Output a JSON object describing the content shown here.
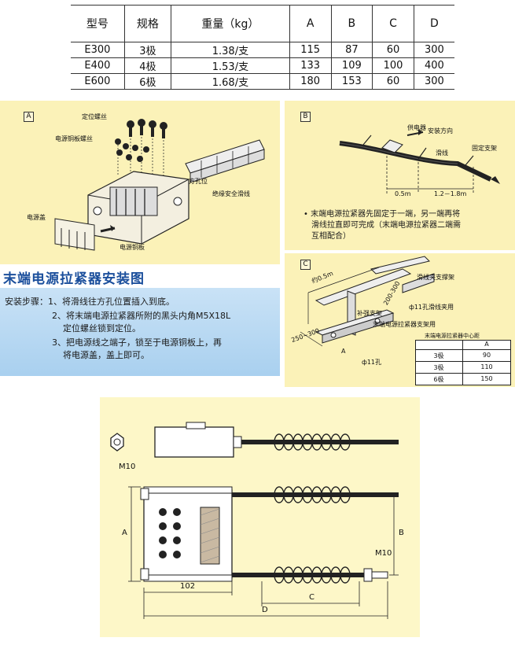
{
  "spec_table": {
    "headers": [
      "型号",
      "规格",
      "重量（kg）",
      "A",
      "B",
      "C",
      "D"
    ],
    "rows": [
      [
        "E300",
        "3极",
        "1.38/支",
        "115",
        "87",
        "60",
        "300"
      ],
      [
        "E400",
        "4极",
        "1.53/支",
        "133",
        "109",
        "100",
        "400"
      ],
      [
        "E600",
        "6极",
        "1.68/支",
        "180",
        "153",
        "60",
        "300"
      ]
    ]
  },
  "panel_a": {
    "tag": "A",
    "labels": {
      "positioning_screw": "定位螺丝",
      "copper_plate_screw": "电源铜板螺丝",
      "square_hole": "方孔位",
      "insulated_rail": "绝缘安全滑线",
      "power_cover": "电源盖",
      "copper_plate": "电源铜板"
    }
  },
  "panel_b": {
    "tag": "B",
    "labels": {
      "feeder": "供电器",
      "install_direction": "安装方向",
      "rail": "滑线",
      "fixed_bracket": "固定支架",
      "dim1": "0.5m",
      "dim2": "1.2－1.8m"
    },
    "note_lines": [
      "• 末端电源拉紧器先固定于一端，另一端再将",
      "滑线拉直即可完成（末端电源拉紧器二端需",
      "互相配合）"
    ]
  },
  "panel_c": {
    "tag": "C",
    "labels": {
      "approx": "约0.5m",
      "rail_clamp_bracket": "滑线夹支撑架",
      "dim_200_300": "200-300",
      "hole_clamp": "ф11孔滑线夹用",
      "angle_bracket": "补强支架",
      "tensioner_bracket": "末端电源拉紧器支架用",
      "dim_250_300": "250~300",
      "letter_a": "A",
      "hole": "ф11孔"
    },
    "center_table": {
      "title": "末端电源拉紧器中心距",
      "header": [
        "",
        "A"
      ],
      "rows": [
        [
          "3极",
          "90"
        ],
        [
          "3极",
          "110"
        ],
        [
          "6极",
          "150"
        ]
      ]
    }
  },
  "install": {
    "title": "末端电源拉紧器安装图",
    "steps": [
      "安装步骤：1、将滑线往方孔位置插入到底。",
      "2、将末端电源拉紧器所附的黑头内角M5X18L",
      "定位螺丝锁到定位。",
      "3、把电源线之端子，锁至于电源铜板上，再",
      "将电源盖，盖上即可。"
    ]
  },
  "bottom_drawing": {
    "nut_label": "M10",
    "bolt_label": "M10",
    "dim_a": "A",
    "dim_b": "B",
    "dim_c": "C",
    "dim_d": "D",
    "dim_102": "102"
  }
}
